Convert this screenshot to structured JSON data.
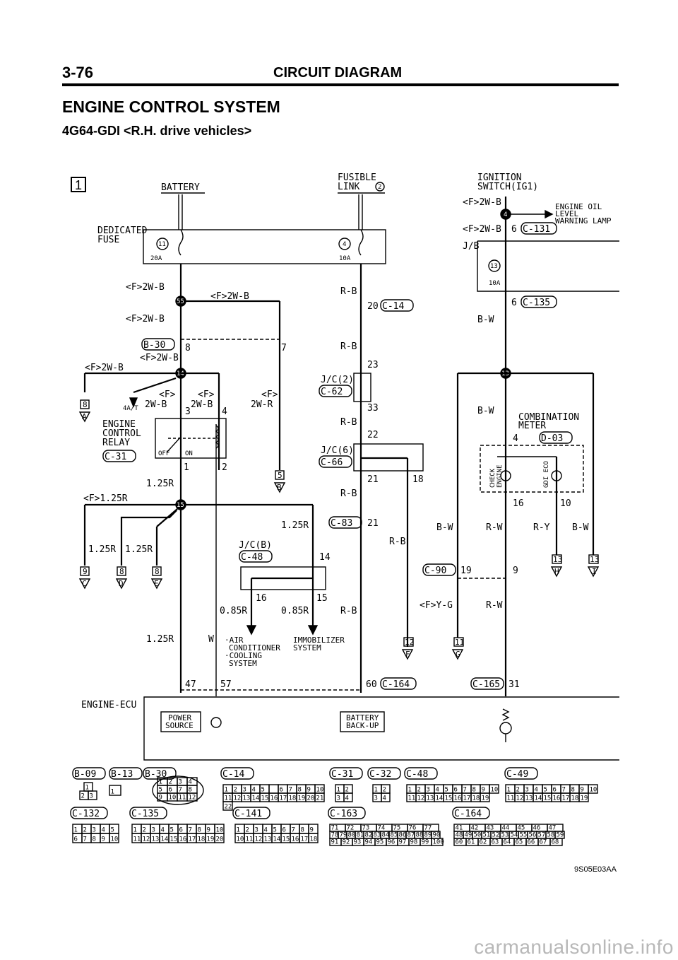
{
  "header": {
    "page_number": "3-76",
    "section_title": "CIRCUIT DIAGRAM",
    "system_title": "ENGINE CONTROL SYSTEM",
    "vehicle_subtitle": "4G64-GDI <R.H. drive vehicles>"
  },
  "diagram": {
    "sheet_marker": "1",
    "battery": "BATTERY",
    "fusible_link": [
      "FUSIBLE",
      "LINK"
    ],
    "fusible_link_no": "2",
    "ignition_switch": [
      "IGNITION",
      "SWITCH(IG1)"
    ],
    "dedicated_fuse": [
      "DEDICATED",
      "FUSE"
    ],
    "fuse_11_no": "11",
    "fuse_11_rating": "20A",
    "fuse_4_no": "4",
    "fuse_4_rating": "10A",
    "fuse_13_no": "13",
    "fuse_13_rating": "10A",
    "jb": "J/B",
    "engine_oil_lamp": [
      "ENGINE OIL",
      "LEVEL",
      "WARNING LAMP"
    ],
    "wires": {
      "f2wb": "<F>2W-B",
      "f2wr_a": "<F>",
      "f2wr_b": "2W-R",
      "f125r": "<F>1.25R",
      "r125": "1.25R",
      "rb": "R-B",
      "bw": "B-W",
      "rw": "R-W",
      "ry": "R-Y",
      "fyg": "<F>Y-G",
      "w": "W",
      "r085": "0.85R",
      "f": "<F>",
      "b2": "2W-B"
    },
    "relay": [
      "ENGINE",
      "CONTROL",
      "RELAY"
    ],
    "relay_off": "OFF",
    "relay_on": "ON",
    "a4at": "4A/T",
    "jc2": "J/C(2)",
    "jc6": "J/C(6)",
    "jcb": "J/C(B)",
    "combination_meter": [
      "COMBINATION",
      "METER"
    ],
    "check_engine": [
      "CHECK",
      "ENGINE"
    ],
    "gdi_eco": "GDI ECO",
    "air_cond": [
      "·AIR",
      "CONDITIONER",
      "·COOLING",
      "SYSTEM"
    ],
    "immobilizer": [
      "IMMOBILIZER",
      "SYSTEM"
    ],
    "engine_ecu": "ENGINE-ECU",
    "power_source": [
      "POWER",
      "SOURCE"
    ],
    "battery_backup": [
      "BATTERY",
      "BACK-UP"
    ],
    "pins": [
      "8",
      "7",
      "1",
      "2",
      "3",
      "4",
      "20",
      "23",
      "33",
      "22",
      "21",
      "18",
      "21",
      "14",
      "16",
      "15",
      "6",
      "6",
      "4",
      "16",
      "10",
      "19",
      "9",
      "47",
      "57",
      "60",
      "31"
    ],
    "connectors": {
      "c14": "C-14",
      "b30": "B-30",
      "c62": "C-62",
      "c66": "C-66",
      "c31": "C-31",
      "c83": "C-83",
      "c48": "C-48",
      "c131": "C-131",
      "c135": "C-135",
      "d03": "D-03",
      "c90": "C-90",
      "c164": "C-164",
      "c165": "C-165"
    },
    "offpage": [
      {
        "num": "8",
        "letter": "A"
      },
      {
        "num": "5",
        "letter": "B"
      },
      {
        "num": "9",
        "letter": "C"
      },
      {
        "num": "8",
        "letter": "D"
      },
      {
        "num": "8",
        "letter": "E"
      },
      {
        "num": "12",
        "letter": "F"
      },
      {
        "num": "11",
        "letter": "G"
      },
      {
        "num": "13",
        "letter": "H"
      },
      {
        "num": "13",
        "letter": "I"
      }
    ],
    "splices": [
      "55",
      "14",
      "15",
      "13"
    ]
  },
  "connector_views": {
    "row1_labels": [
      "B-09",
      "B-13",
      "B-30",
      "C-14",
      "C-31",
      "C-32",
      "C-48",
      "C-49"
    ],
    "row2_labels": [
      "C-132",
      "C-135",
      "C-141",
      "C-163",
      "C-164"
    ],
    "b09_pins": [
      "1",
      "2",
      "3"
    ],
    "b13_pins": [
      "1",
      "1"
    ],
    "b30_pins": [
      "1",
      "2",
      "3",
      "4",
      "5",
      "6",
      "7",
      "8",
      "9",
      "10",
      "11",
      "12"
    ],
    "c14_pins": [
      "1",
      "2",
      "3",
      "4",
      "5",
      "",
      "6",
      "7",
      "8",
      "9",
      "10",
      "11",
      "12",
      "13",
      "14",
      "15",
      "16",
      "17",
      "18",
      "19",
      "20",
      "21",
      "22"
    ],
    "c31_pins": [
      "1",
      "2",
      "3",
      "4"
    ],
    "c32_pins": [
      "1",
      "2",
      "3",
      "4"
    ],
    "c48_pins": [
      "1",
      "2",
      "3",
      "4",
      "5",
      "6",
      "7",
      "8",
      "9",
      "10",
      "11",
      "12",
      "13",
      "14",
      "15",
      "16",
      "17",
      "18",
      "19"
    ],
    "c49_pins": [
      "1",
      "2",
      "3",
      "4",
      "5",
      "6",
      "7",
      "8",
      "9",
      "10",
      "11",
      "12",
      "13",
      "14",
      "15",
      "16",
      "17",
      "18",
      "19"
    ],
    "c132_pins": [
      "1",
      "2",
      "3",
      "4",
      "5",
      "6",
      "7",
      "8",
      "9",
      "10"
    ],
    "c135_pins": [
      "1",
      "2",
      "3",
      "4",
      "5",
      "6",
      "7",
      "8",
      "9",
      "10",
      "11",
      "12",
      "13",
      "14",
      "15",
      "16",
      "17",
      "18",
      "19",
      "20"
    ],
    "c141_pins": [
      "1",
      "2",
      "3",
      "4",
      "5",
      "6",
      "7",
      "8",
      "9",
      "10",
      "11",
      "12",
      "13",
      "14",
      "15",
      "16",
      "17",
      "18"
    ],
    "c163_row1": [
      "71",
      "72",
      "73",
      "74",
      "75",
      "76",
      "77"
    ],
    "c163_row2": [
      "78",
      "79",
      "80",
      "81",
      "82",
      "83",
      "84",
      "85",
      "86",
      "87",
      "88",
      "89",
      "90"
    ],
    "c163_row3": [
      "91",
      "92",
      "93",
      "94",
      "95",
      "96",
      "97",
      "98",
      "99",
      "100"
    ],
    "c164_row1": [
      "41",
      "42",
      "43",
      "44",
      "45",
      "46",
      "47"
    ],
    "c164_row2": [
      "48",
      "49",
      "50",
      "51",
      "52",
      "53",
      "54",
      "55",
      "56",
      "57",
      "58",
      "59"
    ],
    "c164_row3": [
      "60",
      "61",
      "62",
      "63",
      "64",
      "65",
      "66",
      "67",
      "68"
    ]
  },
  "figure_code": "9S05E03AA",
  "watermark": "carmanualsonline.info"
}
